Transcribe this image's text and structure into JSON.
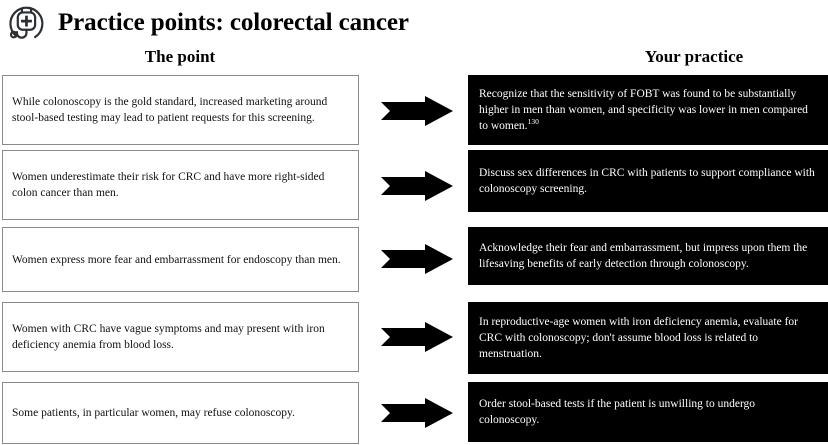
{
  "header": {
    "logo_icon": "stethoscope-medical-cross-icon",
    "title": "Practice points: colorectal cancer"
  },
  "columns": {
    "left_header": "The point",
    "right_header": "Your practice"
  },
  "arrow_icon": "right-arrow-icon",
  "rows": [
    {
      "point": "While colonoscopy is the gold standard, increased marketing around stool-based testing may lead to patient requests for this screening.",
      "practice": "Recognize that the sensitivity of FOBT was found to be substantially higher in men than women, and specificity was lower in men compared to women.",
      "practice_citation": "130"
    },
    {
      "point": "Women underestimate their risk for CRC and have more right-sided colon cancer than men.",
      "practice": "Discuss sex differences in CRC with patients to support compliance with colonoscopy screening.",
      "practice_citation": ""
    },
    {
      "point": "Women express more fear and embarrassment for  endoscopy than men.",
      "practice": "Acknowledge their fear and embarrassment, but impress upon them the lifesaving benefits of early detection through colonoscopy.",
      "practice_citation": ""
    },
    {
      "point": "Women with CRC have vague symptoms and may present with iron deficiency anemia from blood loss.",
      "practice": "In reproductive-age women with iron deficiency anemia, evaluate for CRC with colonoscopy; don't assume blood loss is related to menstruation.",
      "practice_citation": ""
    },
    {
      "point": "Some patients, in particular women, may refuse colonoscopy.",
      "practice": "Order stool-based tests if the patient is unwilling to undergo colonoscopy.",
      "practice_citation": ""
    }
  ],
  "colors": {
    "background": "#ffffff",
    "text": "#000000",
    "panel_dark": "#000000",
    "panel_dark_text": "#ffffff",
    "box_border": "#8a8a8a"
  }
}
